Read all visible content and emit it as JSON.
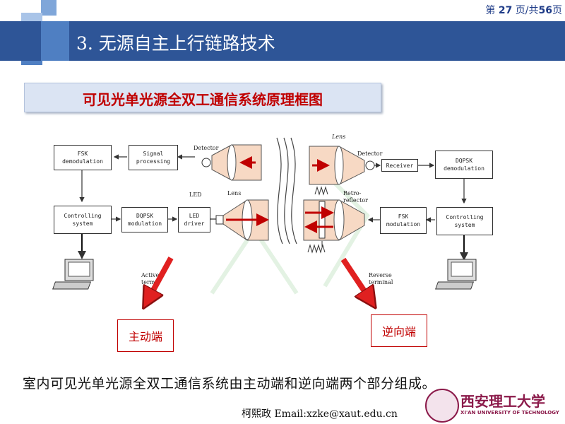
{
  "page_number": {
    "prefix": "第",
    "current": "27",
    "middle": "页/共",
    "total": "56",
    "suffix": "页"
  },
  "title": "3. 无源自主上行链路技术",
  "subtitle": "可见光单光源全双工通信系统原理框图",
  "diagram": {
    "blocks": {
      "fsk_demod": "FSK\ndemodulation",
      "signal_proc": "Signal\nprocessing",
      "ctrl_left": "Controlling\nsystem",
      "dqpsk_mod": "DQPSK\nmodulation",
      "led_driver": "LED\ndriver",
      "receiver": "Receiver",
      "dqpsk_demod": "DQPSK\ndemodulation",
      "fsk_mod": "FSK\nmodulation",
      "ctrl_right": "Controlling\nsystem"
    },
    "labels": {
      "detector_left": "Detector",
      "detector_right": "Detector",
      "lens_top": "Lens",
      "lens_mid": "Lens",
      "led": "LED",
      "retro": "Retro-\nreflector",
      "active": "Active\ntermi",
      "reverse": "Reverse\nterminal"
    }
  },
  "active_label": "主动端",
  "reverse_label": "逆向端",
  "caption": "室内可见光单光源全双工通信系统由主动端和逆向端两个部分组成。",
  "footer": "柯熙政   Email:xzke@xaut.edu.cn",
  "logo_text": "西安理工大学",
  "logo_sub": "XI'AN UNIVERSITY OF TECHNOLOGY",
  "colors": {
    "title_bar": "#2e5597",
    "accent_red": "#c00000",
    "text_blue": "#1f3c88"
  }
}
